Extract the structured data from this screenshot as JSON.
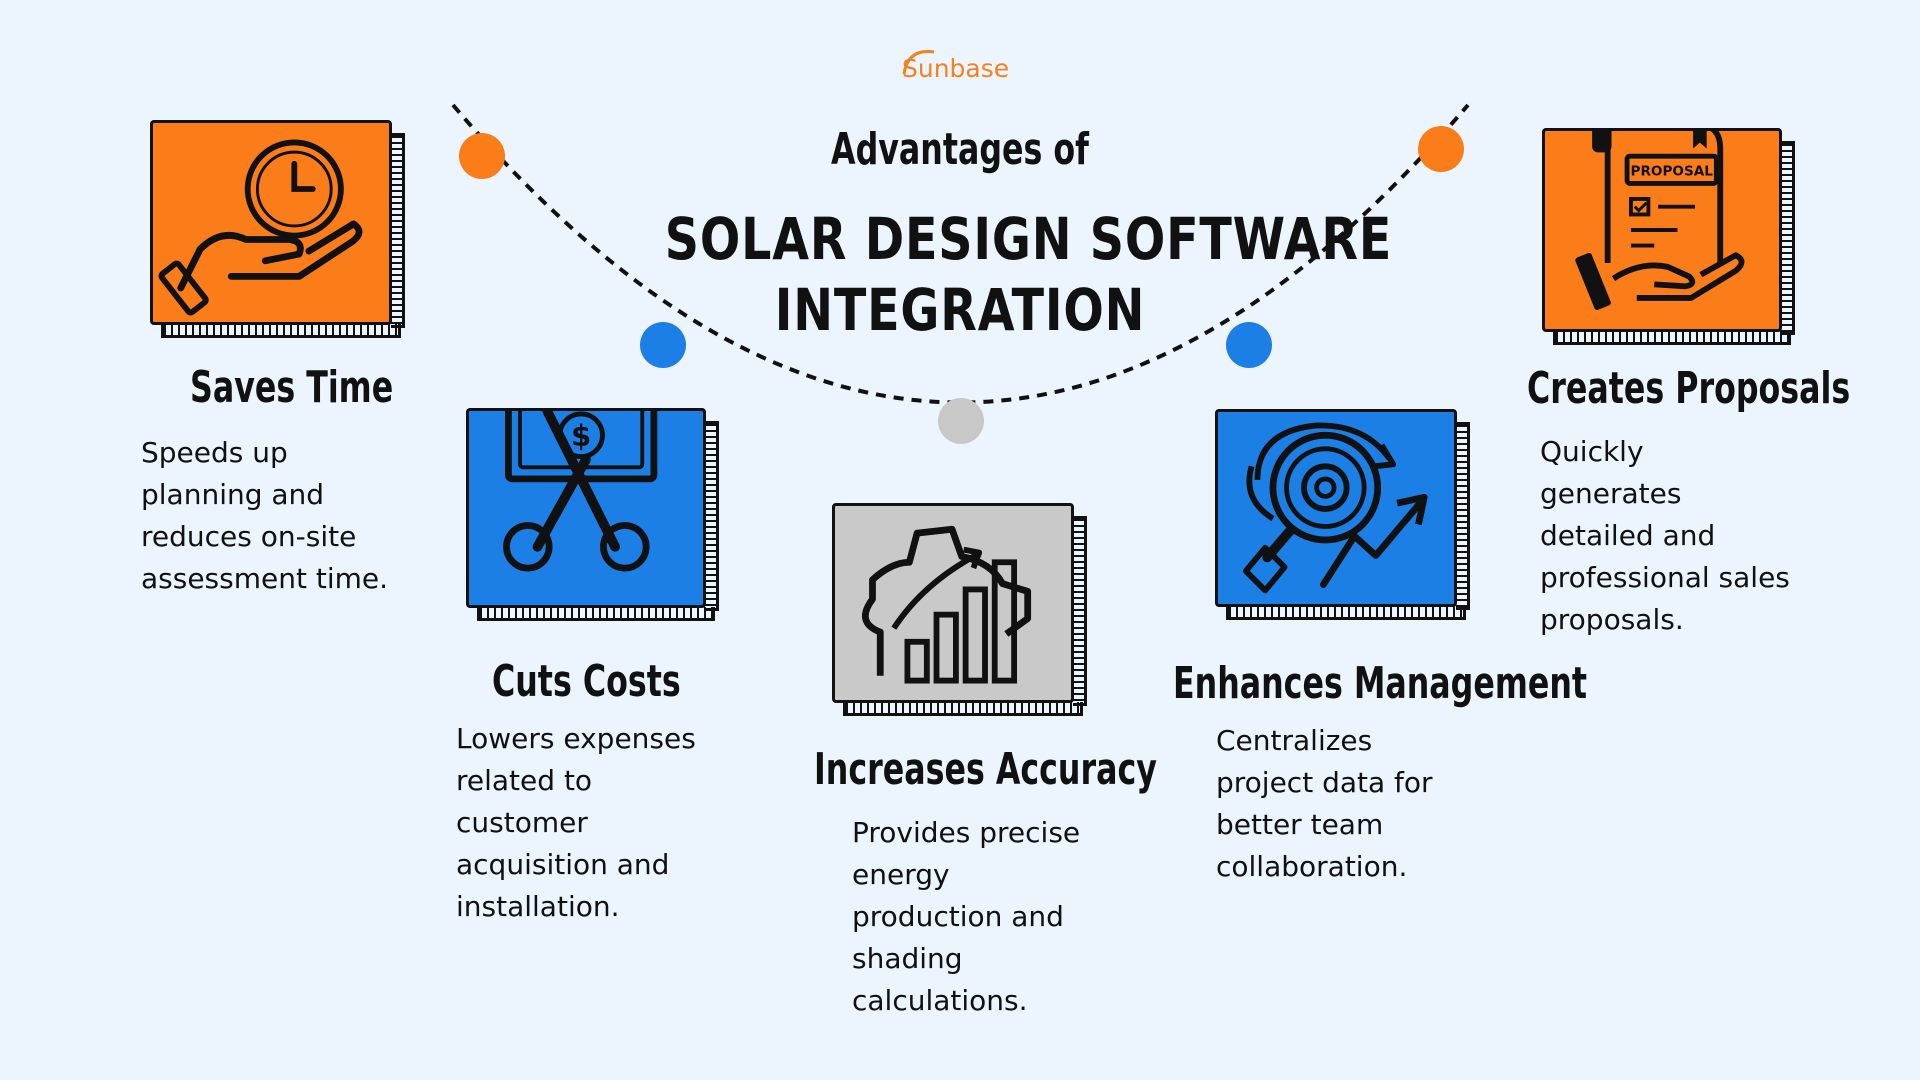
{
  "brand": {
    "logo_text": "Sunbase",
    "accent_color": "#fa7d1a",
    "blue_color": "#1c7fe6",
    "gray_color": "#c9c9c9",
    "background_color": "#ecf4fe"
  },
  "header": {
    "title_line1": "Advantages of",
    "title_line2": "SOLAR DESIGN SOFTWARE",
    "title_line3": "INTEGRATION"
  },
  "features": [
    {
      "title": "Saves Time",
      "description": "Speeds up\nplanning and\nreduces on-site\nassessment time.",
      "icon": "clock-hand-icon",
      "card_color": "orange"
    },
    {
      "title": "Cuts Costs",
      "description": "Lowers expenses\nrelated to\ncustomer\nacquisition and\ninstallation.",
      "icon": "scissors-money-icon",
      "card_color": "blue"
    },
    {
      "title": "Increases Accuracy",
      "description": "Provides precise\nenergy\nproduction and\nshading\ncalculations.",
      "icon": "gear-chart-icon",
      "card_color": "gray"
    },
    {
      "title": "Enhances Management",
      "description": "Centralizes\nproject data for\nbetter team\ncollaboration.",
      "icon": "magnifier-gear-growth-icon",
      "card_color": "blue"
    },
    {
      "title": "Creates Proposals",
      "description": " Quickly\ngenerates\ndetailed and\nprofessional sales\nproposals.",
      "icon": "proposal-document-hand-icon",
      "card_color": "orange",
      "icon_label": "PROPOSAL"
    }
  ]
}
